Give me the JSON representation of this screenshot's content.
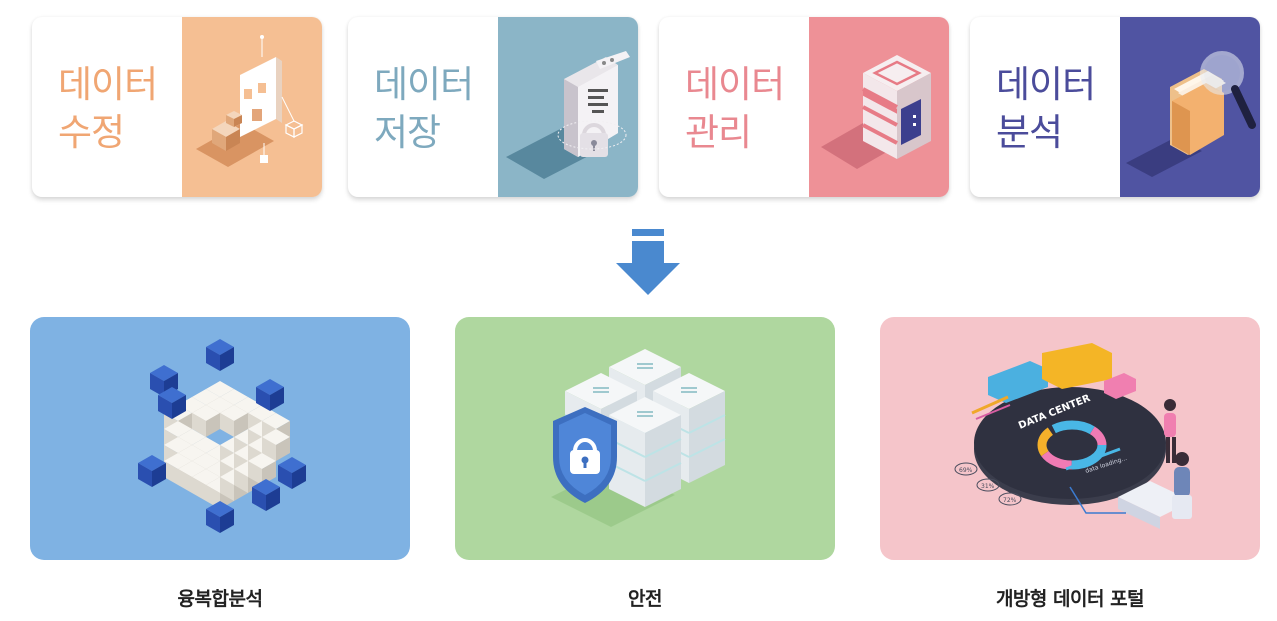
{
  "top_cards": [
    {
      "line1": "데이터",
      "line2": "수정",
      "color": "#f0a673",
      "panel_color": "#f5bf93"
    },
    {
      "line1": "데이터",
      "line2": "저장",
      "color": "#7ea9be",
      "panel_color": "#8bb5c7"
    },
    {
      "line1": "데이터",
      "line2": "관리",
      "color": "#e98890",
      "panel_color": "#ee9197"
    },
    {
      "line1": "데이터",
      "line2": "분석",
      "color": "#4b4c9b",
      "panel_color": "#5054a2"
    }
  ],
  "flow_arrow": {
    "icon": "down-arrow-icon",
    "color": "#4a89cf"
  },
  "bottom_panels": [
    {
      "caption": "융복합분석",
      "bg": "#7fb2e3"
    },
    {
      "caption": "안전",
      "bg": "#afd79f"
    },
    {
      "caption": "개방형 데이터 포털",
      "bg": "#f5c5ca"
    }
  ],
  "illustration_text": {
    "data_center": "DATA CENTER",
    "loading": "data loading...",
    "stats": [
      "69%",
      "31%",
      "72%"
    ]
  }
}
